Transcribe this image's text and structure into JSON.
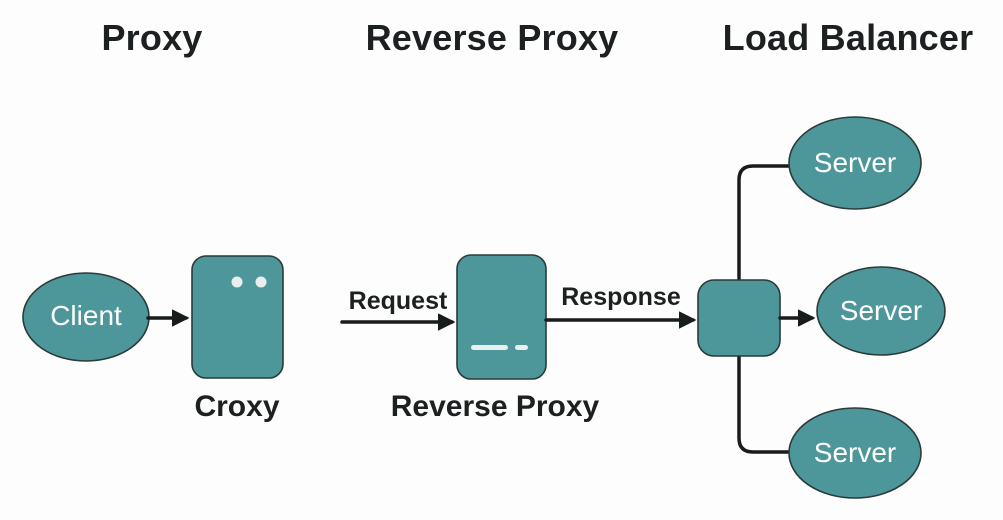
{
  "diagram": {
    "titles": {
      "proxy": "Proxy",
      "reverse_proxy": "Reverse Proxy",
      "load_balancer": "Load Balancer"
    },
    "proxy_flow": {
      "client_label": "Client",
      "proxy_node_caption": "Croxy"
    },
    "reverse_proxy_flow": {
      "request_label": "Request",
      "response_label": "Response",
      "caption": "Reverse Proxy"
    },
    "load_balancer_flow": {
      "servers": [
        "Server",
        "Server",
        "Server"
      ]
    }
  },
  "colors": {
    "node_fill": "#4d979b",
    "node_stroke": "#2a3b3b",
    "line": "#191c1c",
    "detail_fill": "#e9efec",
    "text_dark": "#1d2021",
    "text_light": "#ffffff",
    "background": "#fcfdfc"
  }
}
